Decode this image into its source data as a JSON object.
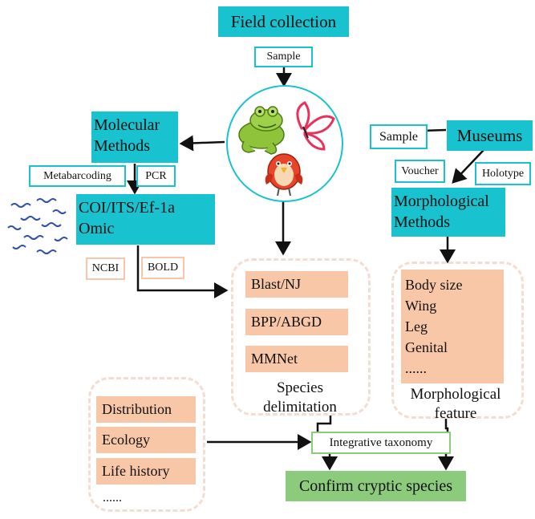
{
  "nodes": {
    "field_collection": "Field collection",
    "sample_top": "Sample",
    "molecular_methods": "Molecular\nMethods",
    "metabarcoding": "Metabarcoding",
    "pcr": "PCR",
    "markers": "COI/ITS/Ef-1a\nOmic",
    "ncbi": "NCBI",
    "bold": "BOLD",
    "sample_right": "Sample",
    "museums": "Museums",
    "voucher": "Voucher",
    "holotype": "Holotype",
    "morphological_methods": "Morphological\nMethods",
    "integrative_taxonomy": "Integrative taxonomy",
    "confirm": "Confirm cryptic species"
  },
  "species_delimitation": {
    "methods": [
      "Blast/NJ",
      "BPP/ABGD",
      "MMNet"
    ],
    "label": "Species\ndelimitation"
  },
  "morphological_feature": {
    "items": "Body size\nWing\nLeg\nGenital\n......",
    "label": "Morphological\nfeature"
  },
  "other_evidence": {
    "items": [
      "Distribution",
      "Ecology",
      "Life history"
    ],
    "more": "......"
  },
  "colors": {
    "teal": "#18c2cf",
    "peach": "#f8c7a7",
    "green": "#8ccb7c",
    "dashed_border": "#f4ddd0"
  },
  "icons": [
    "frog-icon",
    "butterfly-icon",
    "bird-icon",
    "dna-strands-icon"
  ]
}
